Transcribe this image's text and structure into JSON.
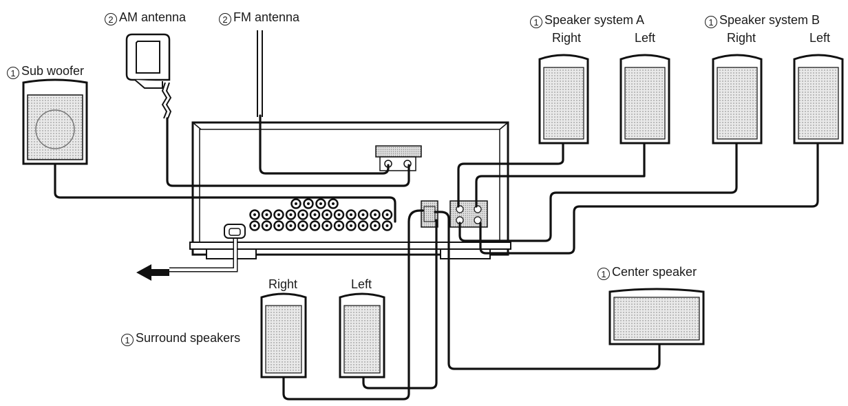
{
  "labels": {
    "sub_woofer": {
      "num": "1",
      "text": "Sub woofer"
    },
    "am_antenna": {
      "num": "2",
      "text": "AM antenna"
    },
    "fm_antenna": {
      "num": "2",
      "text": "FM antenna"
    },
    "speaker_system_a": {
      "num": "1",
      "text": "Speaker system A",
      "right": "Right",
      "left": "Left"
    },
    "speaker_system_b": {
      "num": "1",
      "text": "Speaker system B",
      "right": "Right",
      "left": "Left"
    },
    "center_speaker": {
      "num": "1",
      "text": "Center speaker"
    },
    "surround_speakers": {
      "num": "1",
      "text": "Surround speakers",
      "right": "Right",
      "left": "Left"
    }
  }
}
